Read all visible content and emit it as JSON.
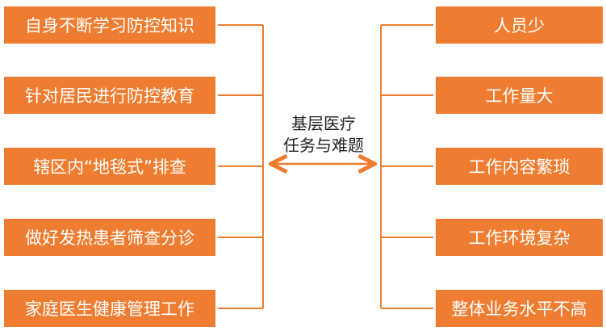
{
  "center": {
    "line1": "基层医疗",
    "line2": "任务与难题"
  },
  "left_items": [
    "自身不断学习防控知识",
    "针对居民进行防控教育",
    "辖区内“地毯式”排查",
    "做好发热患者筛查分诊",
    "家庭医生健康管理工作"
  ],
  "right_items": [
    "人员少",
    "工作量大",
    "工作内容繁琐",
    "工作环境复杂",
    "整体业务水平不高"
  ],
  "colors": {
    "box": "#ef7d31",
    "text": "#ffffff",
    "line": "#ef7d31"
  }
}
